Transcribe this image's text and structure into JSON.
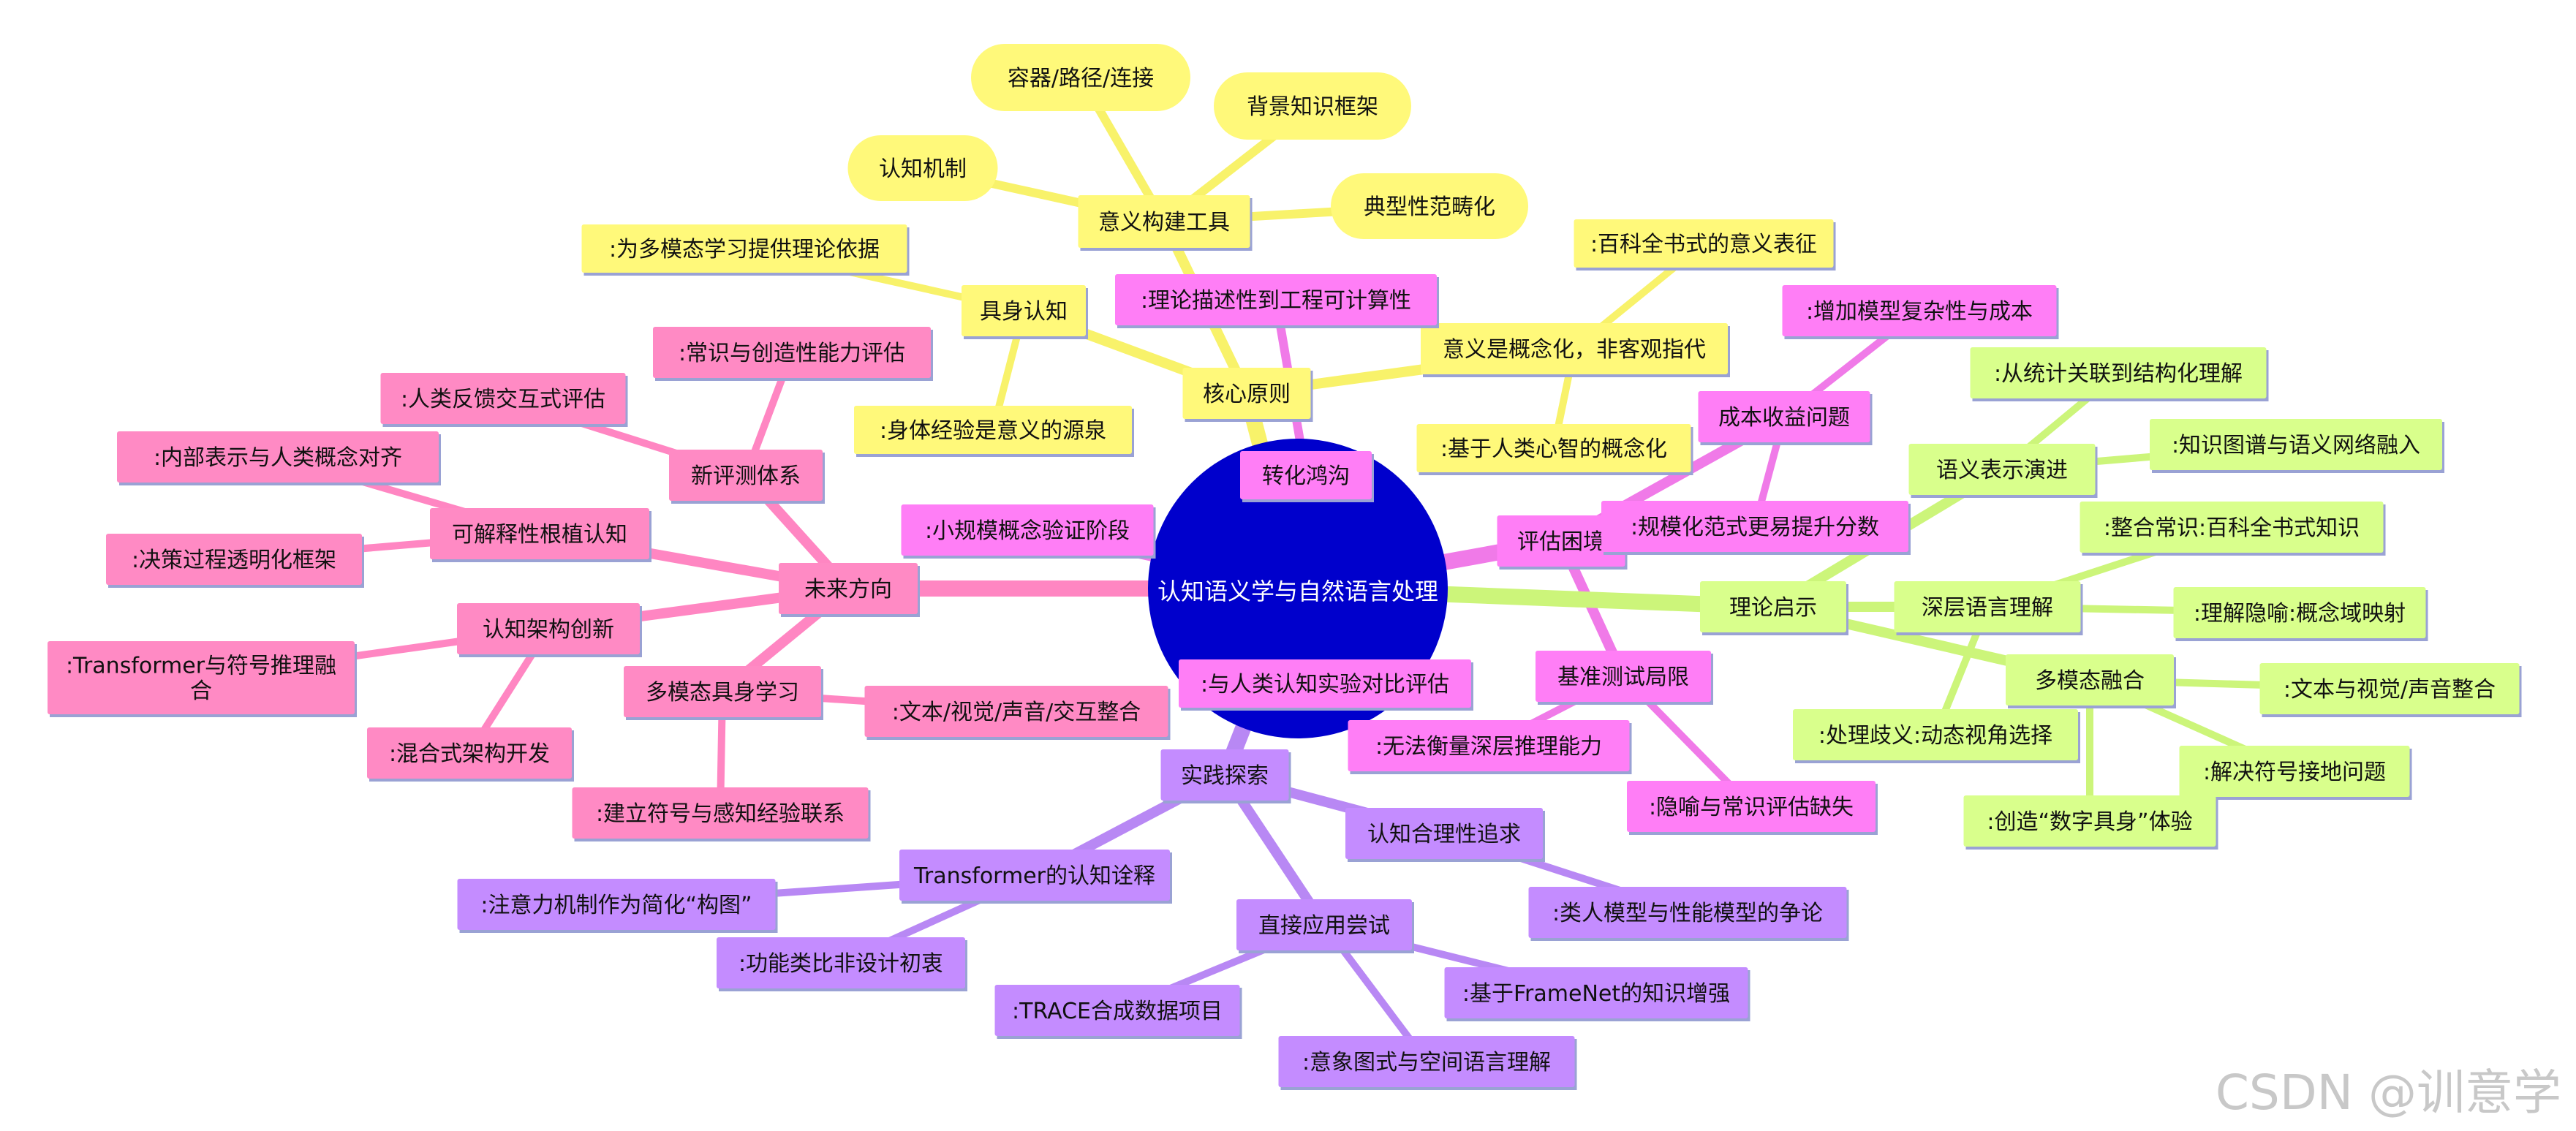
{
  "center": {
    "label": "认知语义学与自然语言处理",
    "color": "#0000cc",
    "text_color": "#ffffff"
  },
  "colors": {
    "yellow": "#fff97a",
    "yellow_line": "#f8f26a",
    "magenta": "#ff7ef6",
    "magenta_line": "#f07ae8",
    "green": "#d9ff8c",
    "green_line": "#ccf57a",
    "pink": "#ff8ac4",
    "pink_line": "#ff86c2",
    "purple": "#c48cff",
    "purple_line": "#b888f4",
    "text": "#111111",
    "shadow": "#9aa2d4"
  },
  "branches": {
    "yellow": {
      "core": "核心原则",
      "construct_tool": "意义构建工具",
      "container": "容器/路径/连接",
      "background": "背景知识框架",
      "mechanism": "认知机制",
      "prototype": "典型性范畴化",
      "embodied": "具身认知",
      "multimodal_basis": ":为多模态学习提供理论依据",
      "body_exp": ":身体经验是意义的源泉",
      "conceptual": "意义是概念化，非客观指代",
      "encyclopedic": ":百科全书式的意义表征",
      "human_mind": ":基于人类心智的概念化"
    },
    "magenta": {
      "gap": "转化鸿沟",
      "desc_to_compute": ":理论描述性到工程可计算性",
      "small_scale": ":小规模概念验证阶段",
      "eval": "评估困境",
      "cost": "成本收益问题",
      "complexity": ":增加模型复杂性与成本",
      "score": ":规模化范式更易提升分数",
      "bench": "基准测试局限",
      "deep_reason": ":无法衡量深层推理能力",
      "metaphor_eval": ":隐喻与常识评估缺失",
      "human_compare": ":与人类认知实验对比评估"
    },
    "green": {
      "theory": "理论启示",
      "evolution": "语义表示演进",
      "stat_to_struct": ":从统计关联到结构化理解",
      "kg": ":知识图谱与语义网络融入",
      "deep": "深层语言理解",
      "common": ":整合常识:百科全书式知识",
      "metaphor": ":理解隐喻:概念域映射",
      "ambiguity": ":处理歧义:动态视角选择",
      "fusion": "多模态融合",
      "text_visual": ":文本与视觉/声音整合",
      "grounding": ":解决符号接地问题",
      "digital_body": ":创造“数字具身”体验"
    },
    "pink": {
      "future": "未来方向",
      "new_eval": "新评测体系",
      "common_creative": ":常识与创造性能力评估",
      "human_feedback": ":人类反馈交互式评估",
      "explain": "可解释性根植认知",
      "align": ":内部表示与人类概念对齐",
      "transparent": ":决策过程透明化框架",
      "arch": "认知架构创新",
      "transformer_symbol": ":Transformer与符号推理融合",
      "hybrid": ":混合式架构开发",
      "mm_embodied": "多模态具身学习",
      "text_visual_interact": ":文本/视觉/声音/交互整合",
      "symbol_link": ":建立符号与感知经验联系"
    },
    "purple": {
      "practice": "实践探索",
      "cog_rational": "认知合理性追求",
      "debate": ":类人模型与性能模型的争论",
      "transformer_interp": "Transformer的认知诠释",
      "attention": ":注意力机制作为简化“构图”",
      "functional": ":功能类比非设计初衷",
      "direct": "直接应用尝试",
      "framenet": ":基于FrameNet的知识增强",
      "trace": ":TRACE合成数据项目",
      "image_schema": ":意象图式与空间语言理解"
    }
  },
  "watermark": "CSDN @训意学"
}
